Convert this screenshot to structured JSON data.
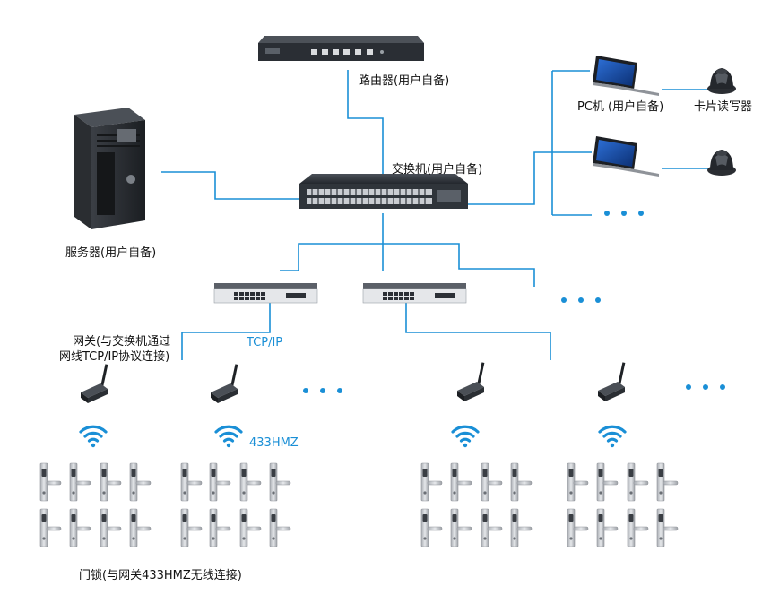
{
  "labels": {
    "router": "路由器(用户自备)",
    "switch": "交换机(用户自备)",
    "server": "服务器(用户自备)",
    "pc": "PC机 (用户自备)",
    "card_reader": "卡片读写器",
    "gateway_line1": "网关(与交换机通过",
    "gateway_line2": "网线TCP/IP协议连接)",
    "tcpip": "TCP/IP",
    "freq": "433HMZ",
    "doorlock": "门锁(与网关433HMZ无线连接)"
  },
  "colors": {
    "line": "#1a8fd6",
    "accent_text": "#1a8fd6",
    "device_dark": "#2b2f36",
    "lock_metal": "#c9ccd1"
  },
  "icons": [
    "router-icon",
    "switch-icon",
    "server-icon",
    "laptop-icon",
    "card-reader-icon",
    "gateway-icon",
    "wifi-icon",
    "door-lock-icon"
  ]
}
